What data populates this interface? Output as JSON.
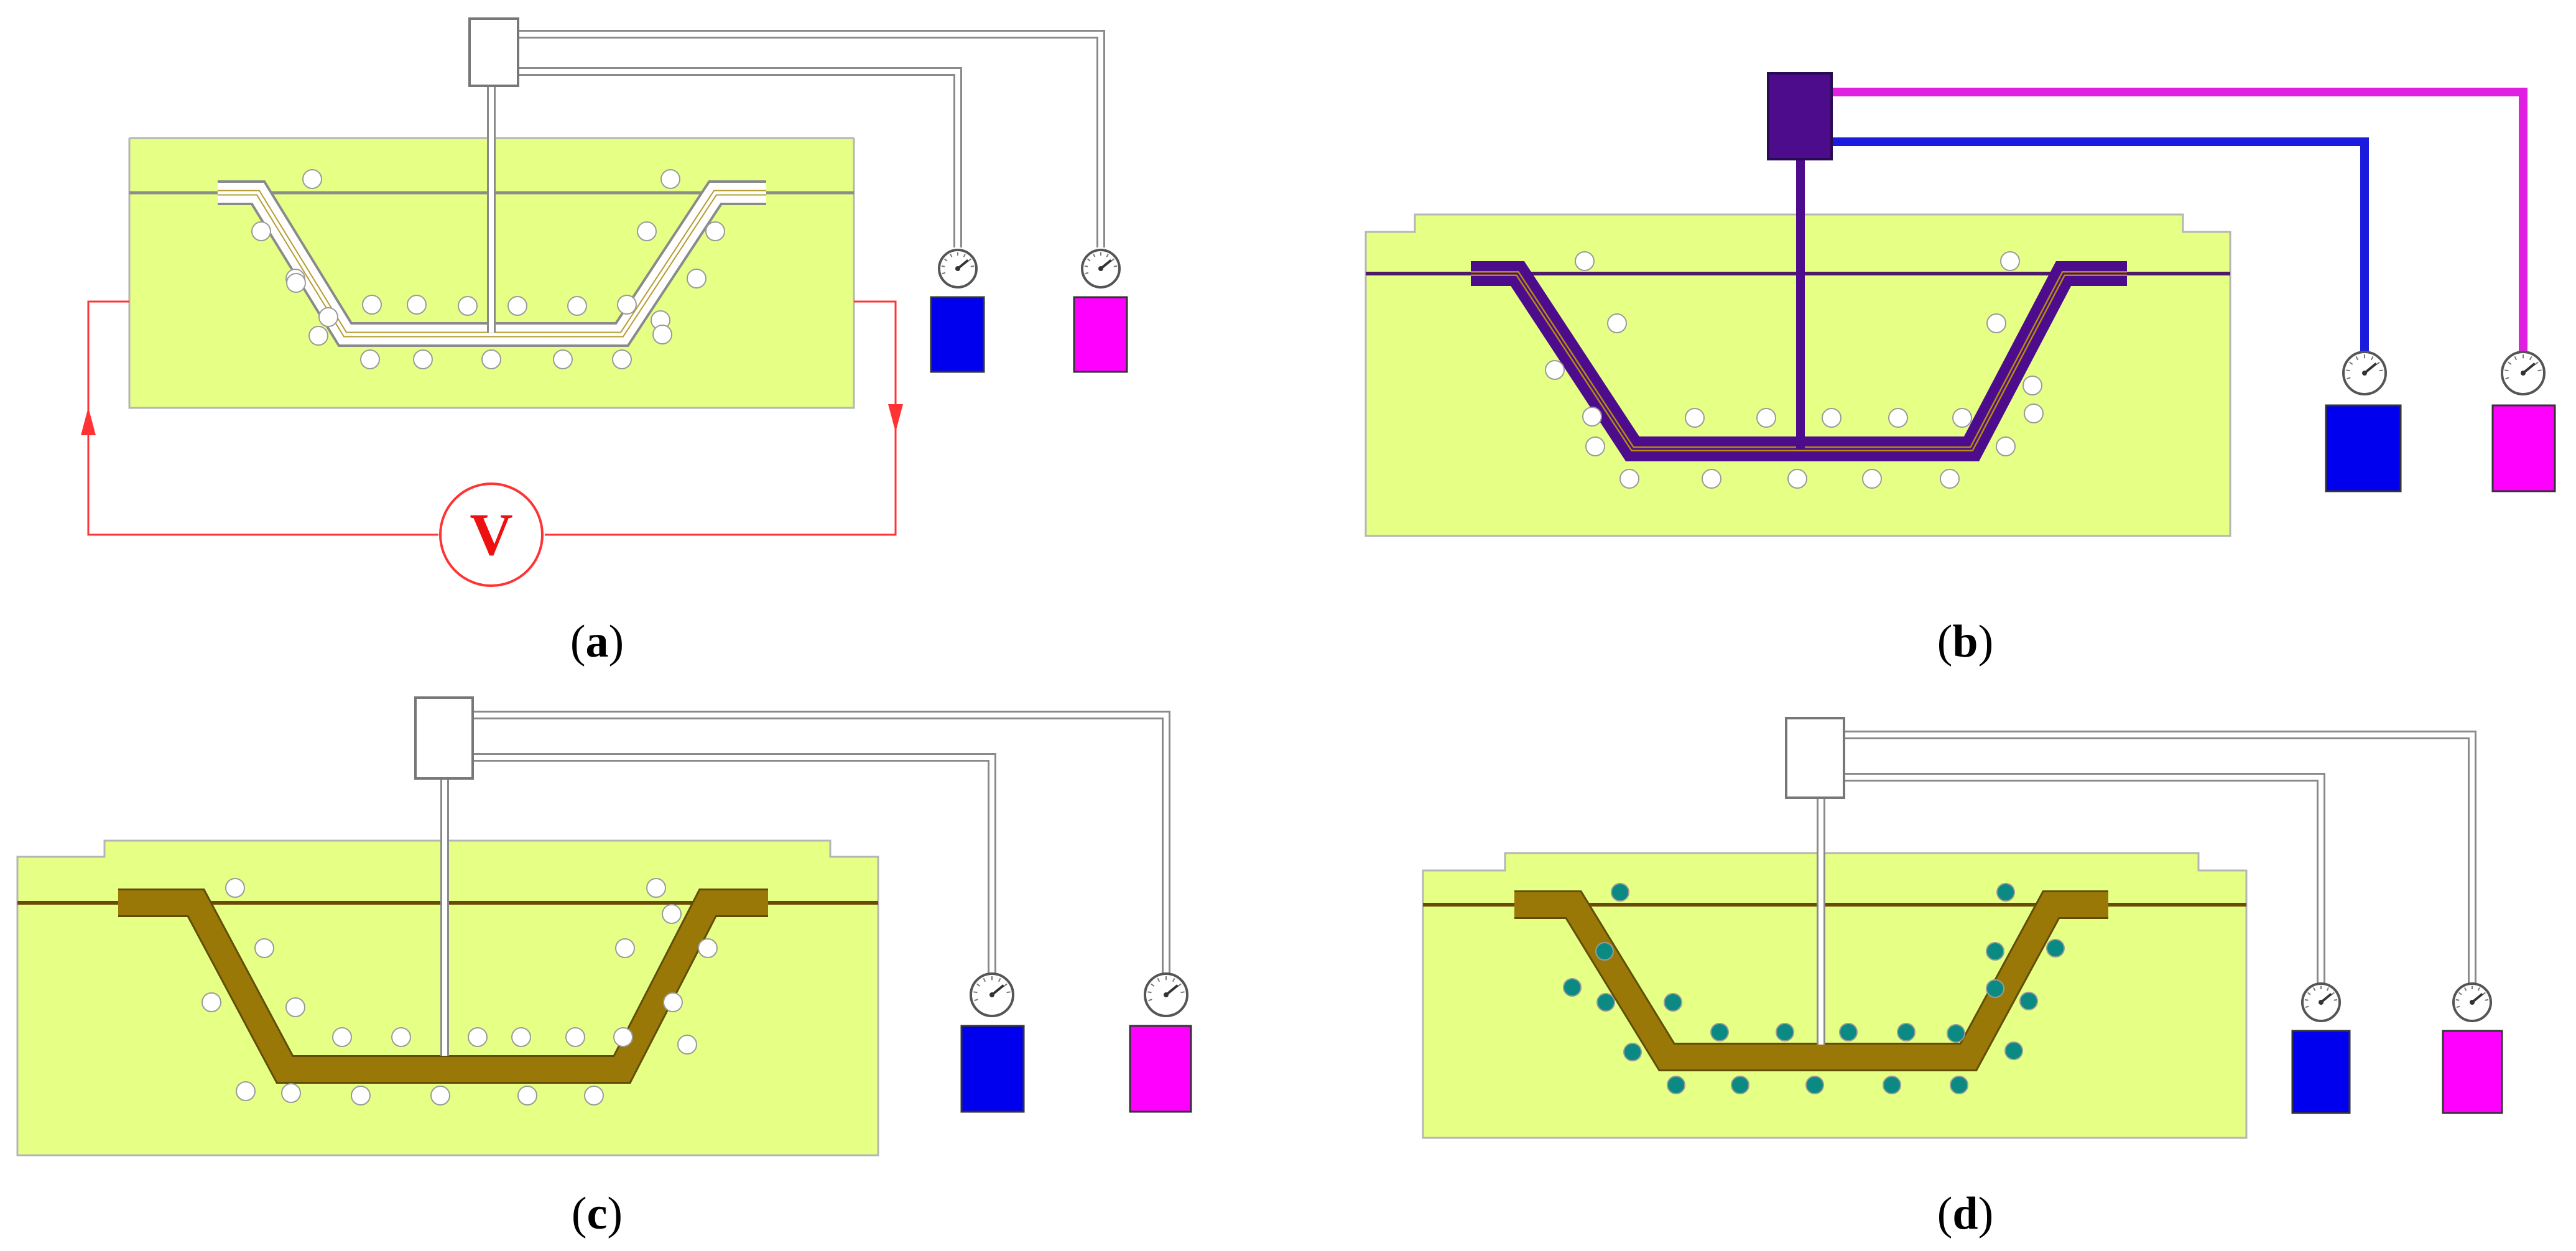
{
  "colors": {
    "mold": "#e6ff85",
    "mold_stroke": "#b5b5b5",
    "tube": "#ffffff",
    "tube_stroke": "#8a8a8a",
    "blue_tank": "#0000ee",
    "magenta_tank": "#ff00ff",
    "circuit": "#ff3333",
    "preform_gold": "#9a7808",
    "preform_purple": "#4d0c8c",
    "pipe_blue": "#1b1bdd",
    "pipe_magenta": "#e020e0",
    "void": "#ffffff",
    "void_filled": "#0a8a82"
  },
  "icons": {
    "gauge": "pressure-gauge-icon",
    "tank": "resin-tank-icon",
    "voltmeter": "voltmeter-icon"
  },
  "voltmeter_symbol": "V",
  "panels": [
    {
      "id": "a",
      "label": "a",
      "open": "(",
      "close": ")",
      "state": "empty-channel-heating"
    },
    {
      "id": "b",
      "label": "b",
      "open": "(",
      "close": ")",
      "state": "resin-injection"
    },
    {
      "id": "c",
      "label": "c",
      "open": "(",
      "close": ")",
      "state": "filled-preform"
    },
    {
      "id": "d",
      "label": "d",
      "open": "(",
      "close": ")",
      "state": "cured"
    }
  ]
}
